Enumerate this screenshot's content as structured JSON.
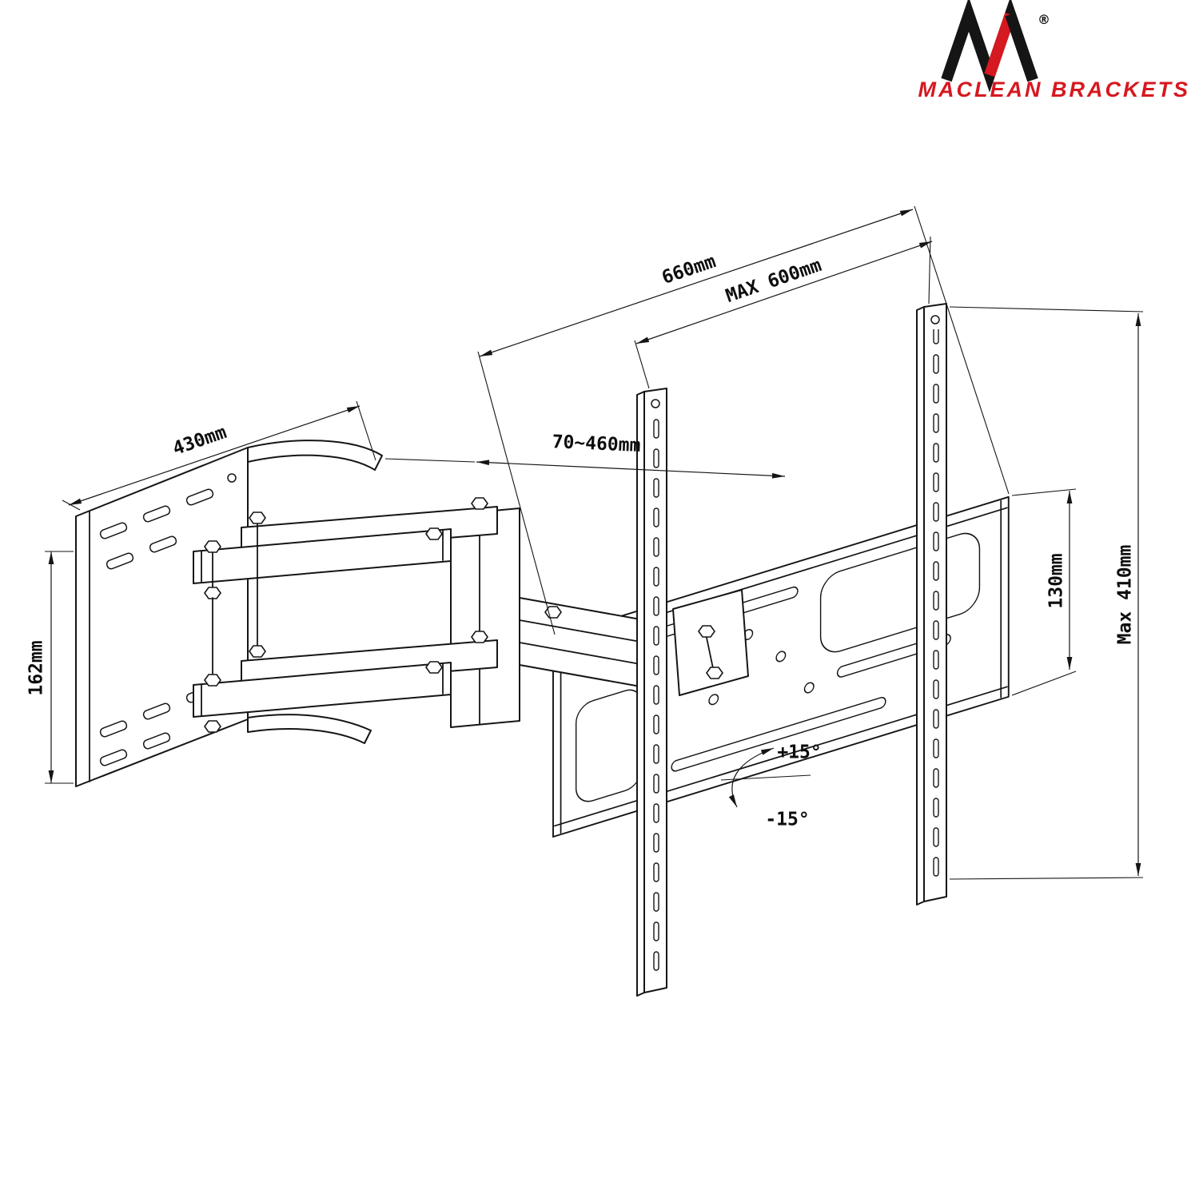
{
  "brand": {
    "logo_text": "MACLEAN BRACKETS",
    "registered_mark": "®",
    "accent_red": "#d61820",
    "ink_black": "#151515"
  },
  "drawing": {
    "subject": "articulating TV wall mount bracket",
    "view": "isometric technical line drawing",
    "labels": {
      "overall_width": "660mm",
      "max_horizontal_hole_spacing": "MAX 600mm",
      "extension_range": "70~460mm",
      "wall_plate_width": "430mm",
      "wall_plate_height": "162mm",
      "rail_top_offset": "130mm",
      "max_vertical_hole_spacing": "Max 410mm",
      "tilt_up": "+15°",
      "tilt_down": "-15°"
    }
  }
}
